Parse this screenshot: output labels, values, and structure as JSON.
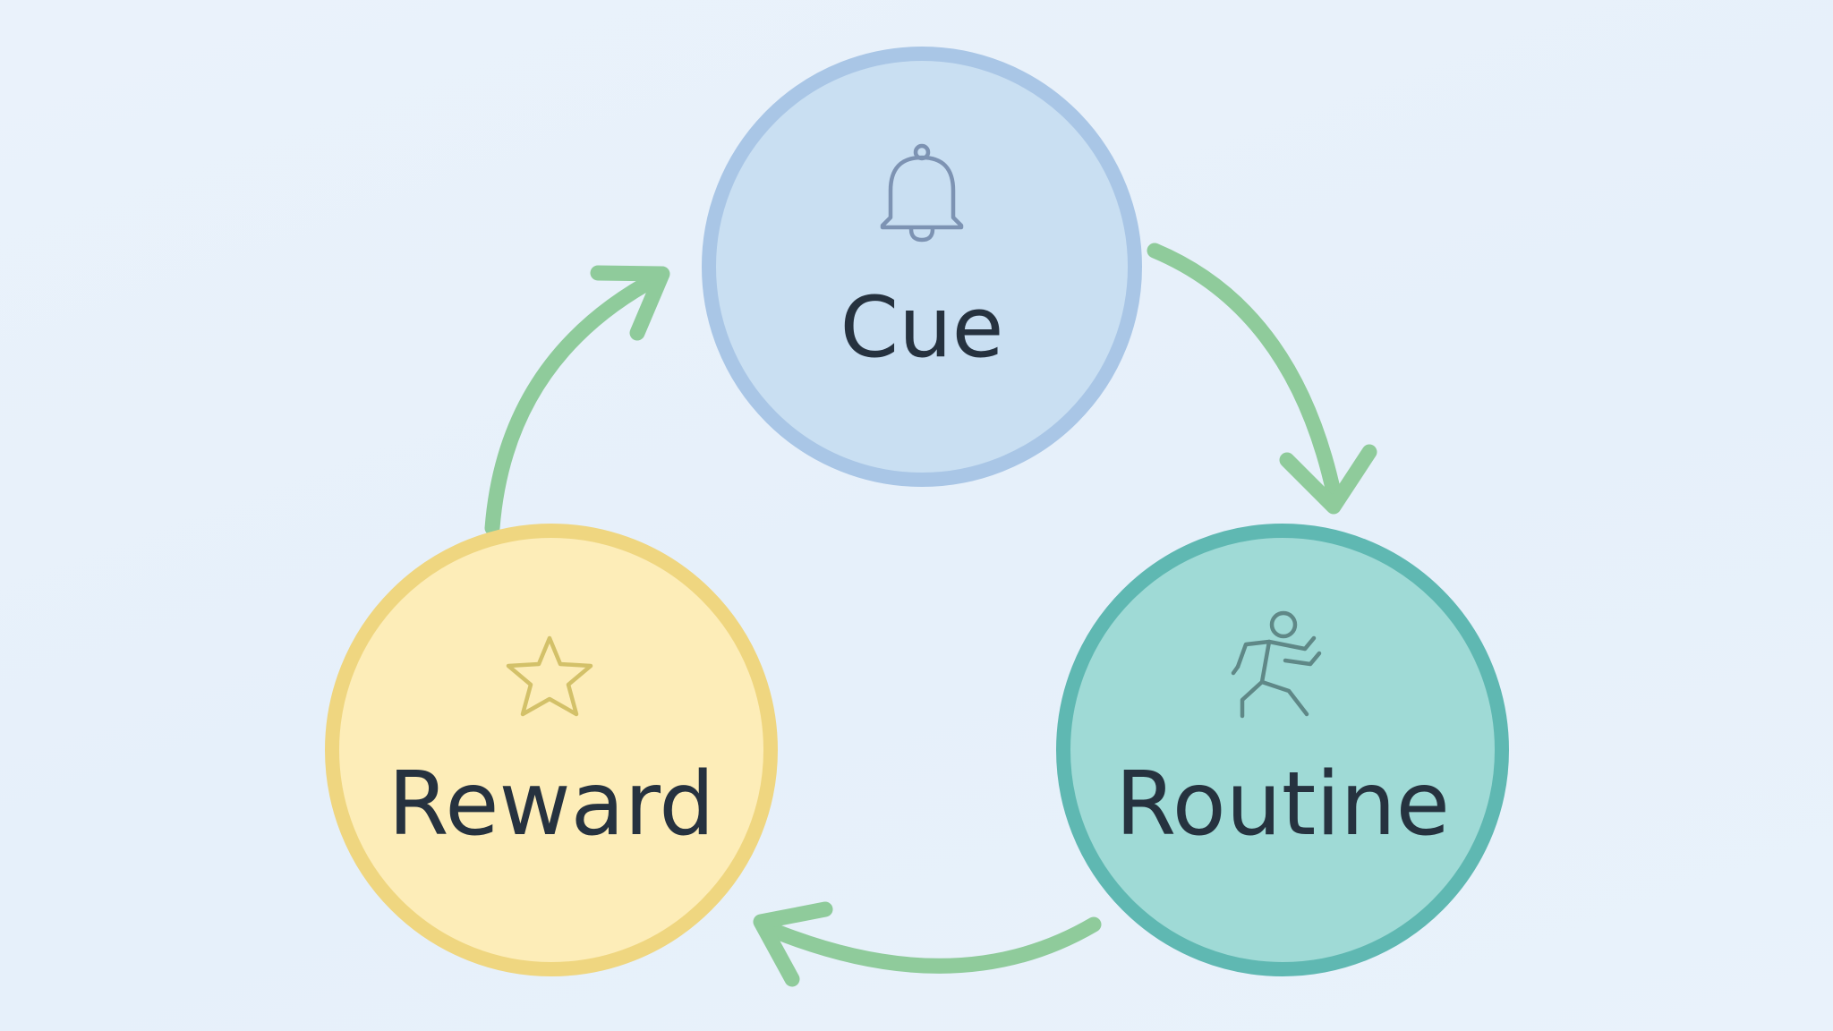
{
  "diagram": {
    "nodes": [
      {
        "id": "cue",
        "label": "Cue",
        "icon": "bell-icon",
        "fill": "#c9dff2",
        "stroke": "#a9c6e6"
      },
      {
        "id": "routine",
        "label": "Routine",
        "icon": "running-person-icon",
        "fill": "#9fdad6",
        "stroke": "#5fb8b2"
      },
      {
        "id": "reward",
        "label": "Reward",
        "icon": "star-icon",
        "fill": "#fdedb8",
        "stroke": "#efd680"
      }
    ],
    "edges": [
      {
        "from": "cue",
        "to": "routine"
      },
      {
        "from": "routine",
        "to": "reward"
      },
      {
        "from": "reward",
        "to": "cue"
      }
    ],
    "arrow_color": "#8fcb9b",
    "background": "#e8f1fa",
    "text_color": "#26323f"
  }
}
